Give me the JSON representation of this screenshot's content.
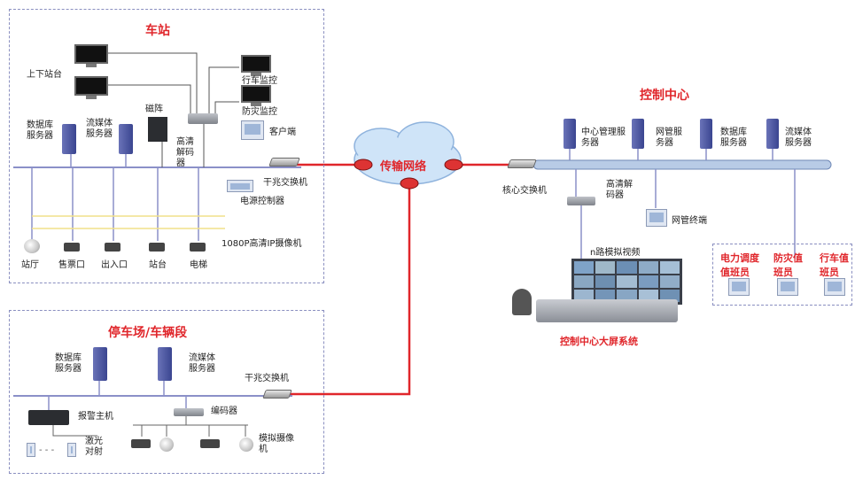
{
  "station": {
    "title": "车站",
    "up_down_platform": "上下站台",
    "train_monitor": "行车监控",
    "disaster_monitor": "防灾监控",
    "client": "客户端",
    "matrix": "磁阵",
    "hd_decoder": "高清解码器",
    "db_server": "数据库服务器",
    "media_server": "流媒体服务器",
    "gigabit_switch": "干兆交换机",
    "power_controller": "电源控制器",
    "camera_note": "1080P高清IP摄像机",
    "hall": "站厅",
    "ticket": "售票口",
    "entrance": "出入口",
    "platform": "站台",
    "elevator": "电梯"
  },
  "network": {
    "label": "传输网络"
  },
  "control_center": {
    "title": "控制中心",
    "core_switch": "核心交换机",
    "central_mgmt_server": "中心管理服务器",
    "netmgmt_server": "网管服务器",
    "db_server": "数据库服务器",
    "media_server": "流媒体服务器",
    "hd_decoder": "高清解码器",
    "netmgmt_terminal": "网管终端",
    "analog_video": "n路模拟视频",
    "big_screen": "控制中心大屏系统",
    "power_dispatcher": "电力调度值班员",
    "disaster_duty": "防灾值班员",
    "train_duty": "行车值班员"
  },
  "depot": {
    "title": "停车场/车辆段",
    "db_server": "数据库服务器",
    "media_server": "流媒体服务器",
    "gigabit_switch": "干兆交换机",
    "alarm_host": "报警主机",
    "encoder": "编码器",
    "laser_beam": "激光对射",
    "analog_camera": "模拟摄像机"
  },
  "colors": {
    "link": "#e0262b",
    "bus": "#8b90c8",
    "camera_line": "#f0e08a",
    "cloud": "#cfe4f8"
  }
}
